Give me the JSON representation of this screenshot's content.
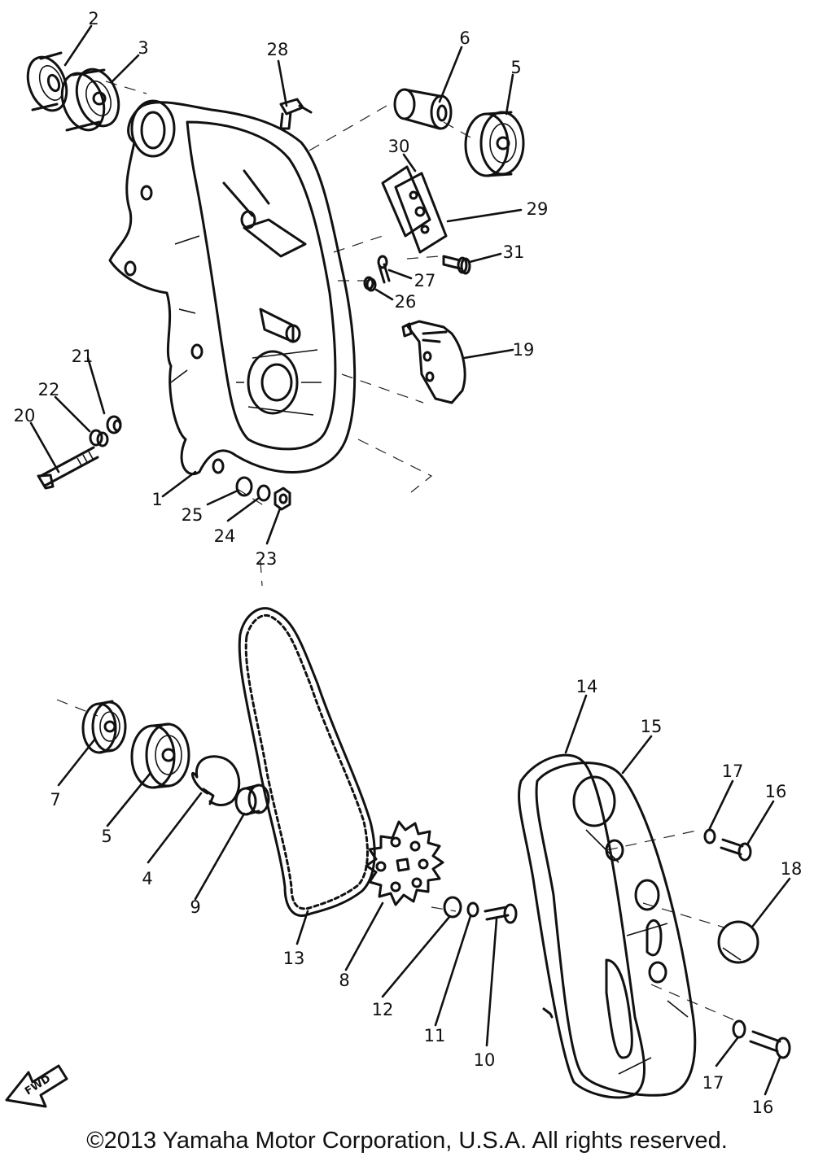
{
  "labels": {
    "p1": "1",
    "p2": "2",
    "p3": "3",
    "p4": "4",
    "p5a": "5",
    "p5b": "5",
    "p6": "6",
    "p7": "7",
    "p8": "8",
    "p9": "9",
    "p10": "10",
    "p11": "11",
    "p12": "12",
    "p13": "13",
    "p14": "14",
    "p15": "15",
    "p16a": "16",
    "p16b": "16",
    "p17a": "17",
    "p17b": "17",
    "p18": "18",
    "p19": "19",
    "p20": "20",
    "p21": "21",
    "p22": "22",
    "p23": "23",
    "p24": "24",
    "p25": "25",
    "p26": "26",
    "p27": "27",
    "p28": "28",
    "p29": "29",
    "p30": "30",
    "p31": "31"
  },
  "fwd_label": "FWD",
  "copyright": "©2013 Yamaha Motor Corporation, U.S.A. All rights reserved."
}
